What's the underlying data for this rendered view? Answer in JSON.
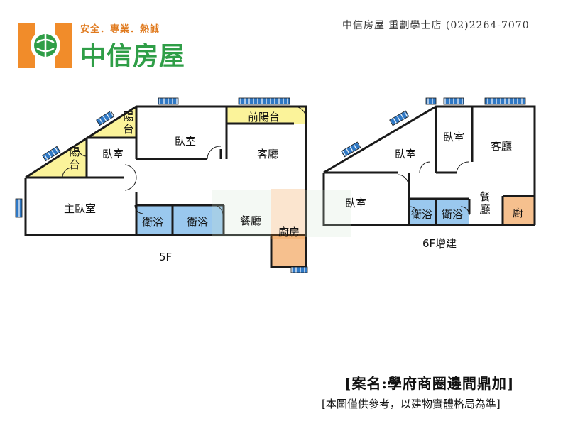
{
  "header": {
    "logo_slogan": "安全．專業．熱誠",
    "logo_brand": "中信房屋",
    "store_info": "中信房屋 重劃學士店 (02)2264-7070"
  },
  "plan_5f": {
    "floor_label": "5F",
    "rooms": {
      "balcony_left": "陽台",
      "balcony_upper": "陽台",
      "bedroom_small": "臥室",
      "bedroom_top": "臥室",
      "front_balcony": "前陽台",
      "living_room": "客廳",
      "master_bedroom": "主臥室",
      "bathroom_1": "衛浴",
      "bathroom_2": "衛浴",
      "dining_room": "餐廳",
      "kitchen": "廚房"
    }
  },
  "plan_6f": {
    "floor_label": "6F增建",
    "rooms": {
      "bedroom_diag": "臥室",
      "bedroom_upper": "臥室",
      "living_room": "客廳",
      "bedroom_left": "臥室",
      "bathroom_1": "衛浴",
      "bathroom_2": "衛浴",
      "dining_room": "餐廳",
      "kitchen": "廚"
    }
  },
  "footer": {
    "case_name": "[案名:學府商圈邊間鼎加]",
    "disclaimer": "[本圖僅供參考，以建物實體格局為準]"
  },
  "colors": {
    "wall": "#1a1a1a",
    "balcony": "#fbf39a",
    "bathroom": "#9ac8ee",
    "kitchen": "#f6c08e",
    "window": "#2f78c4",
    "logo_orange": "#f18c2a",
    "logo_green": "#2f9e47"
  }
}
